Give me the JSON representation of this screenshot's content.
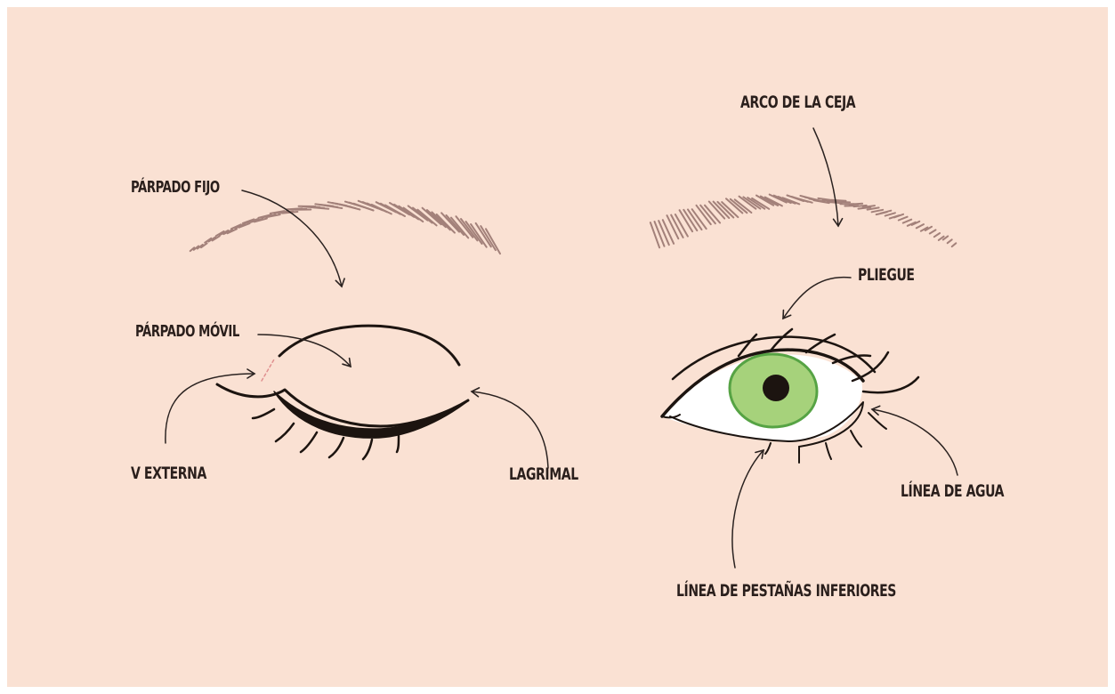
{
  "labels": {
    "parpado_fijo": "PÁRPADO FIJO",
    "parpado_movil": "PÁRPADO MÓVIL",
    "v_externa": "V EXTERNA",
    "lagrimal": "LAGRIMAL",
    "arco_de_la_ceja": "ARCO DE LA CEJA",
    "pliegue": "PLIEGUE",
    "linea_de_agua": "LÍNEA DE AGUA",
    "linea_de_pestanas_inferiores": "LÍNEA DE PESTAÑAS INFERIORES"
  },
  "colors": {
    "background": "#fae1d3",
    "brow": "#a3817a",
    "ink": "#1c1410",
    "iris": "#a6d27b",
    "iris_ring": "#56a344",
    "guide": "#e08f8f"
  }
}
